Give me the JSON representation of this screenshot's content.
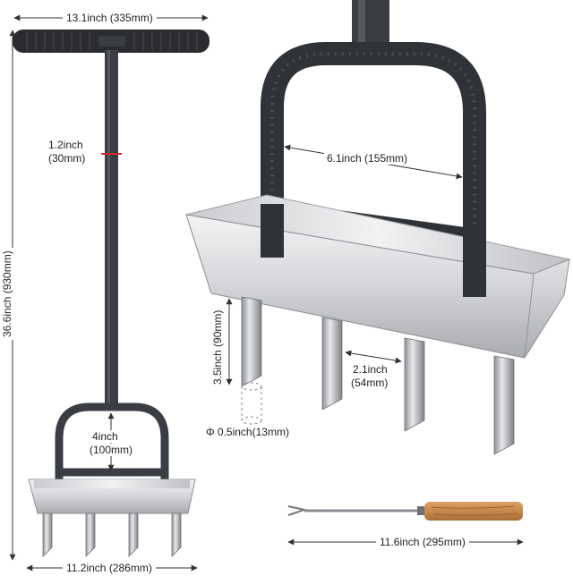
{
  "colors": {
    "handle_dark": "#2a2c30",
    "metal_dark": "#3a3d42",
    "tray_light": "#e6e7e9",
    "tray_mid": "#b8babd",
    "wood": "#c8894a",
    "guide_line": "#333333",
    "marker_red": "#d9262b"
  },
  "dimensions": {
    "handle_width": "13.1inch (335mm)",
    "total_height": "36.6inch (930mm)",
    "shaft_diameter_inch": "1.2inch",
    "shaft_diameter_mm": "(30mm)",
    "frame_height_inch": "4inch",
    "frame_height_mm": "(100mm)",
    "base_width": "11.2inch (286mm)",
    "frame_inner_width": "6.1inch (155mm)",
    "tine_length": "3.5inch (90mm)",
    "tine_spacing_inch": "2.1inch",
    "tine_spacing_mm": "(54mm)",
    "tine_diameter": "Φ 0.5inch(13mm)",
    "tool_length": "11.6inch (295mm)"
  },
  "icons": {
    "aerator": "lawn-aerator-illustration",
    "detail": "tray-detail-illustration",
    "fork": "weeding-fork-illustration"
  }
}
